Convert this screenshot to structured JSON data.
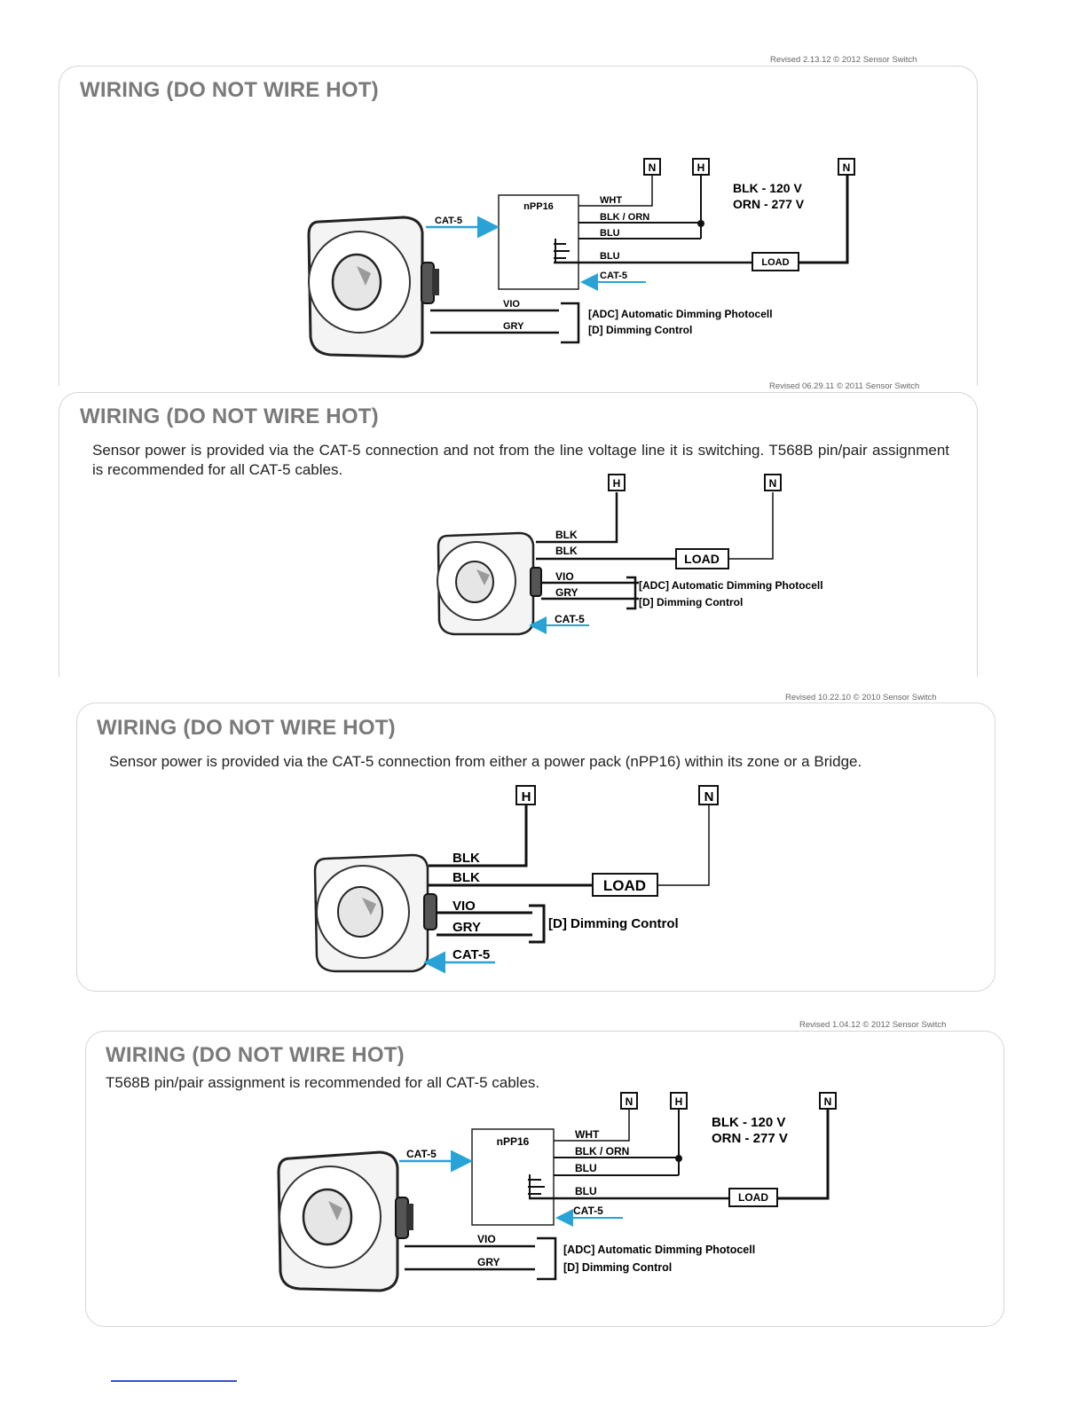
{
  "panels": [
    {
      "revision": "Revised 2.13.12 © 2012 Sensor Switch",
      "title": "WIRING (DO NOT WIRE HOT)",
      "description": "",
      "labels": {
        "device": "nPP16",
        "cat5_in": "CAT-5",
        "wht": "WHT",
        "blk_orn": "BLK / ORN",
        "blu1": "BLU",
        "blu2": "BLU",
        "cat5_out": "CAT-5",
        "vio": "VIO",
        "gry": "GRY",
        "n1": "N",
        "h": "H",
        "n2": "N",
        "voltage1": "BLK - 120 V",
        "voltage2": "ORN - 277 V",
        "load": "LOAD",
        "adc": "[ADC] Automatic Dimming Photocell",
        "d": "[D] Dimming Control"
      }
    },
    {
      "revision": "Revised 06.29.11 © 2011 Sensor Switch",
      "title": "WIRING (DO NOT WIRE HOT)",
      "description": "Sensor power is provided via the CAT-5 connection and not from the line voltage line it is switching. T568B pin/pair assignment is recommended for all CAT-5 cables.",
      "labels": {
        "h": "H",
        "n": "N",
        "blk1": "BLK",
        "blk2": "BLK",
        "load": "LOAD",
        "vio": "VIO",
        "gry": "GRY",
        "adc": "[ADC] Automatic Dimming Photocell",
        "d": "[D] Dimming Control",
        "cat5": "CAT-5"
      }
    },
    {
      "revision": "Revised 10.22.10 © 2010 Sensor Switch",
      "title": "WIRING (DO NOT WIRE HOT)",
      "description": "Sensor power is provided via the CAT-5 connection from either a power pack (nPP16) within its zone or a Bridge.",
      "labels": {
        "h": "H",
        "n": "N",
        "blk1": "BLK",
        "blk2": "BLK",
        "load": "LOAD",
        "vio": "VIO",
        "gry": "GRY",
        "d": "[D] Dimming Control",
        "cat5": "CAT-5"
      }
    },
    {
      "revision": "Revised 1.04.12 © 2012 Sensor Switch",
      "title": "WIRING (DO NOT WIRE HOT)",
      "description": "T568B pin/pair assignment is recommended for all CAT-5 cables.",
      "labels": {
        "device": "nPP16",
        "cat5_in": "CAT-5",
        "wht": "WHT",
        "blk_orn": "BLK / ORN",
        "blu1": "BLU",
        "blu2": "BLU",
        "cat5_out": "CAT-5",
        "vio": "VIO",
        "gry": "GRY",
        "n1": "N",
        "h": "H",
        "n2": "N",
        "voltage1": "BLK - 120 V",
        "voltage2": "ORN - 277 V",
        "load": "LOAD",
        "adc": "[ADC] Automatic Dimming Photocell",
        "d": "[D] Dimming Control"
      }
    }
  ],
  "colors": {
    "cat5_arrow": "#29a3d6",
    "title": "#7a7a7a",
    "wire": "#111111"
  }
}
